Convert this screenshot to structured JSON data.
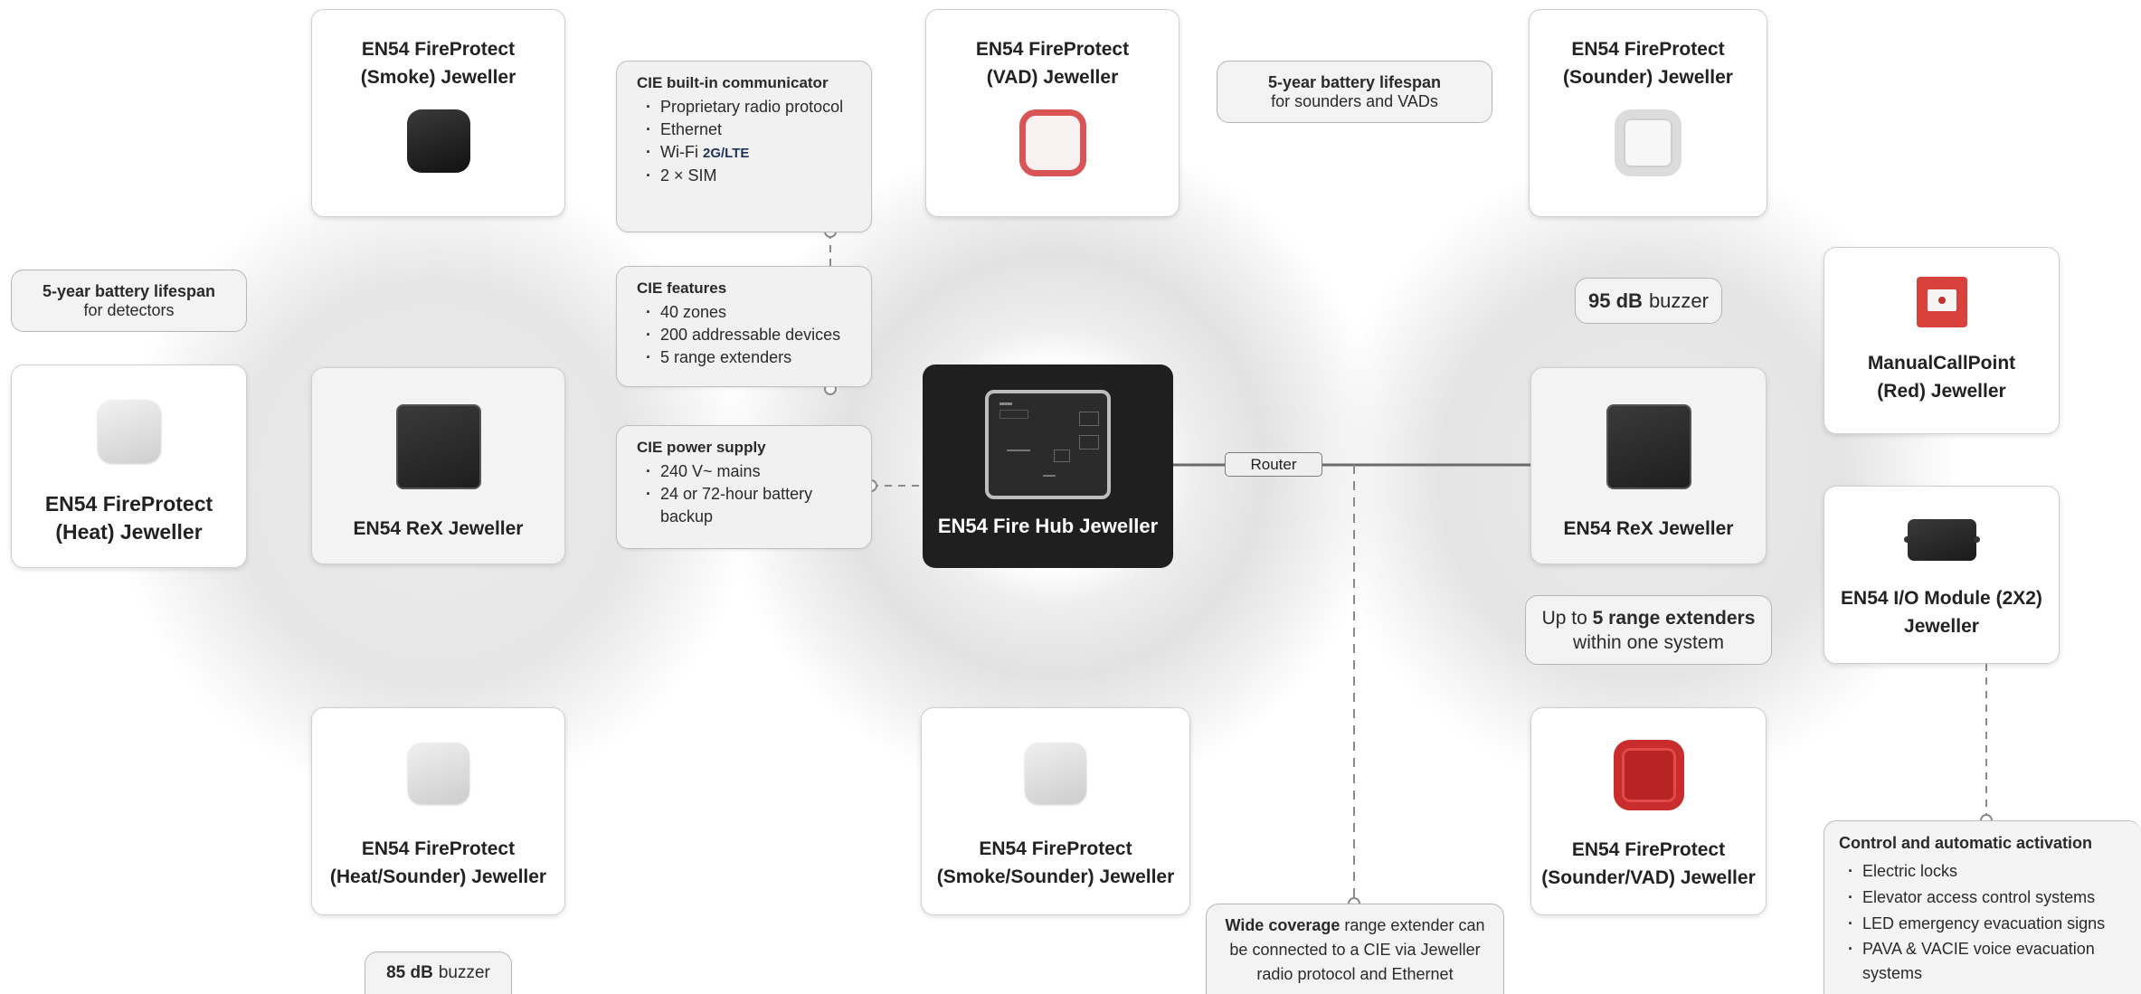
{
  "hub": {
    "title": "EN54 Fire Hub Jeweller"
  },
  "router": {
    "label": "Router"
  },
  "devices": {
    "smoke": {
      "line1": "EN54 FireProtect",
      "line2": "(Smoke) Jeweller"
    },
    "vad": {
      "line1": "EN54 FireProtect",
      "line2": "(VAD) Jeweller"
    },
    "sounder": {
      "line1": "EN54 FireProtect",
      "line2": "(Sounder) Jeweller"
    },
    "heat": {
      "line1": "EN54 FireProtect",
      "line2": "(Heat) Jeweller"
    },
    "rex_left": {
      "label": "EN54 ReX Jeweller"
    },
    "rex_right": {
      "label": "EN54 ReX Jeweller"
    },
    "mcp": {
      "line1": "ManualCallPoint",
      "line2": "(Red) Jeweller"
    },
    "io": {
      "line1": "EN54 I/O Module (2X2)",
      "line2": "Jeweller"
    },
    "heat_sounder": {
      "line1": "EN54 FireProtect",
      "line2": "(Heat/Sounder) Jeweller"
    },
    "smoke_sounder": {
      "line1": "EN54 FireProtect",
      "line2": "(Smoke/Sounder) Jeweller"
    },
    "sounder_vad": {
      "line1": "EN54 FireProtect",
      "line2": "(Sounder/VAD) Jeweller"
    }
  },
  "communicator": {
    "title": "CIE built-in communicator",
    "items": [
      "Proprietary radio protocol",
      "Ethernet",
      "Wi-Fi",
      "2 × SIM"
    ],
    "wifi_extra": "2G/LTE"
  },
  "features": {
    "title": "CIE features",
    "items": [
      "40 zones",
      "200 addressable devices",
      "5 range extenders"
    ]
  },
  "power": {
    "title": "CIE power supply",
    "items": [
      "240 V~ mains",
      "24 or 72-hour battery backup"
    ]
  },
  "pills": {
    "battery_detectors": {
      "bold": "5-year battery lifespan",
      "rest": "for detectors"
    },
    "battery_sounders": {
      "bold": "5-year battery lifespan",
      "rest": "for sounders and VADs"
    },
    "buzzer95": {
      "bold": "95 dB",
      "rest": "buzzer"
    },
    "buzzer85": {
      "bold": "85 dB",
      "rest": "buzzer"
    },
    "extenders": {
      "pre": "Up to",
      "bold": "5 range extenders",
      "rest": "within one system"
    },
    "coverage": {
      "bold": "Wide coverage",
      "rest1": "range extender can",
      "rest2": "be connected to a CIE via Jeweller",
      "rest3": "radio protocol and Ethernet"
    }
  },
  "control": {
    "title": "Control and automatic activation",
    "items": [
      "Electric locks",
      "Elevator access control systems",
      "LED emergency evacuation signs",
      "PAVA & VACIE voice evacuation systems"
    ]
  },
  "colors": {
    "hub_bg": "#1f1f1f",
    "accent_red": "#d23a3a",
    "card_border": "#cfcfcf"
  }
}
